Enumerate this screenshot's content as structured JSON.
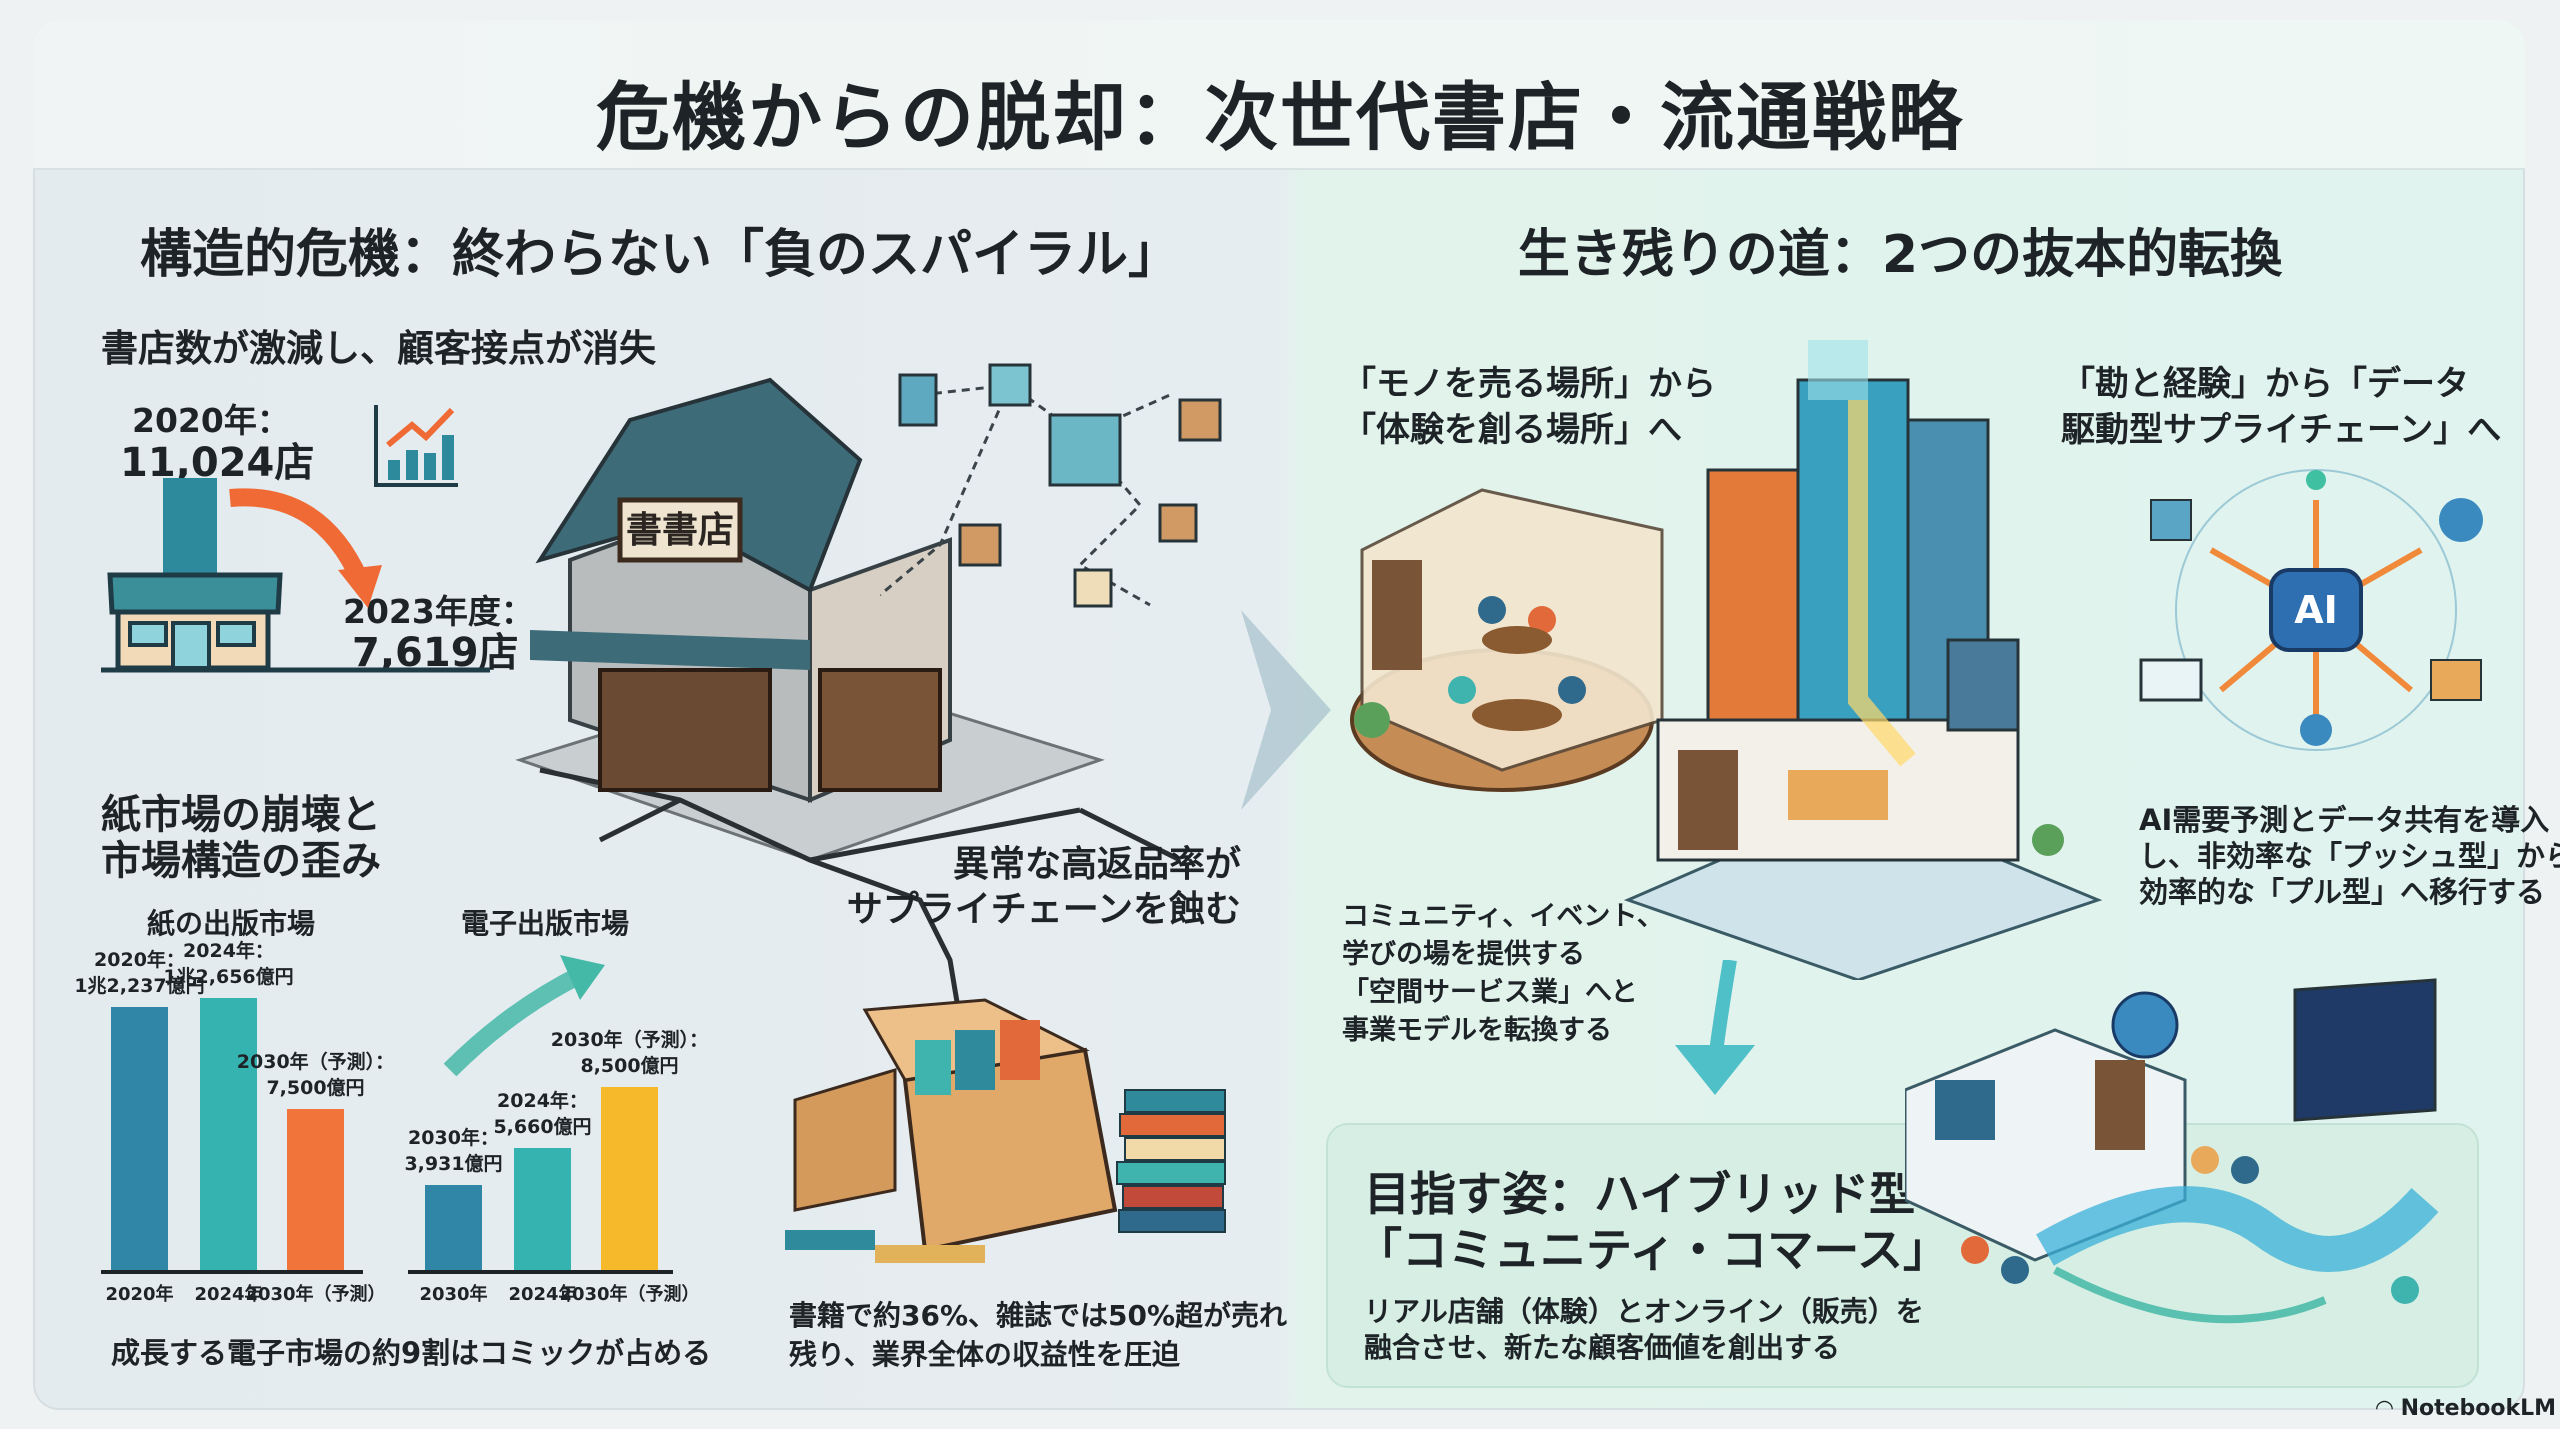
{
  "title": "危機からの脱却：次世代書店・流通戦略",
  "left": {
    "heading": "構造的危機：終わらない「負のスパイラル」",
    "store_count": {
      "heading": "書店数が激減し、顧客接点が消失",
      "from_label": "2020年：",
      "from_value": "11,024店",
      "to_label": "2023年度：",
      "to_value": "7,619店"
    },
    "bookstore_sign": "書書店",
    "market": {
      "heading_line1": "紙市場の崩壊と",
      "heading_line2": "市場構造の歪み",
      "footnote": "成長する電子市場の約9割はコミックが占める"
    },
    "returns": {
      "heading_line1": "異常な高返品率が",
      "heading_line2": "サプライチェーンを蝕む",
      "body_line1": "書籍で約36%、雑誌では50%超が売れ",
      "body_line2": "残り、業界全体の収益性を圧迫"
    }
  },
  "right": {
    "heading": "生き残りの道：2つの抜本的転換",
    "experience": {
      "heading_line1": "「モノを売る場所」から",
      "heading_line2": "「体験を創る場所」へ",
      "caption": [
        "コミュニティ、イベント、",
        "学びの場を提供する",
        "「空間サービス業」へと",
        "事業モデルを転換する"
      ]
    },
    "data": {
      "heading_line1": "「勘と経験」から「データ",
      "heading_line2": "駆動型サプライチェーン」へ",
      "ai_label": "AI",
      "caption": [
        "AI需要予測とデータ共有を導入",
        "し、非効率な「プッシュ型」から",
        "効率的な「プル型」へ移行する"
      ]
    },
    "goal": {
      "heading_line1": "目指す姿：ハイブリッド型",
      "heading_line2": "「コミュニティ・コマース」",
      "body_line1": "リアル店舗（体験）とオンライン（販売）を",
      "body_line2": "融合させ、新たな顧客価値を創出する"
    }
  },
  "badge": "NotebookLM",
  "chart_data": [
    {
      "type": "bar",
      "title": "紙の出版市場",
      "categories": [
        "2020年",
        "2024年",
        "2030年（予測）"
      ],
      "values": [
        12237,
        12656,
        7500
      ],
      "labels": [
        [
          "2020年：",
          "1兆2,237億円"
        ],
        [
          "2024年：",
          "1兆2,656億円"
        ],
        [
          "2030年（予測）：",
          "7,500億円"
        ]
      ],
      "colors": [
        "#2f86a6",
        "#35b3b0",
        "#f1743a"
      ],
      "unit": "億円"
    },
    {
      "type": "bar",
      "title": "電子出版市場",
      "categories": [
        "2030年",
        "2024年",
        "2030年（予測）"
      ],
      "values": [
        3931,
        5660,
        8500
      ],
      "labels": [
        [
          "2030年：",
          "3,931億円"
        ],
        [
          "2024年：",
          "5,660億円"
        ],
        [
          "2030年（予測）：",
          "8,500億円"
        ]
      ],
      "colors": [
        "#2f86a6",
        "#35b3b0",
        "#f6b92b"
      ],
      "unit": "億円"
    }
  ]
}
